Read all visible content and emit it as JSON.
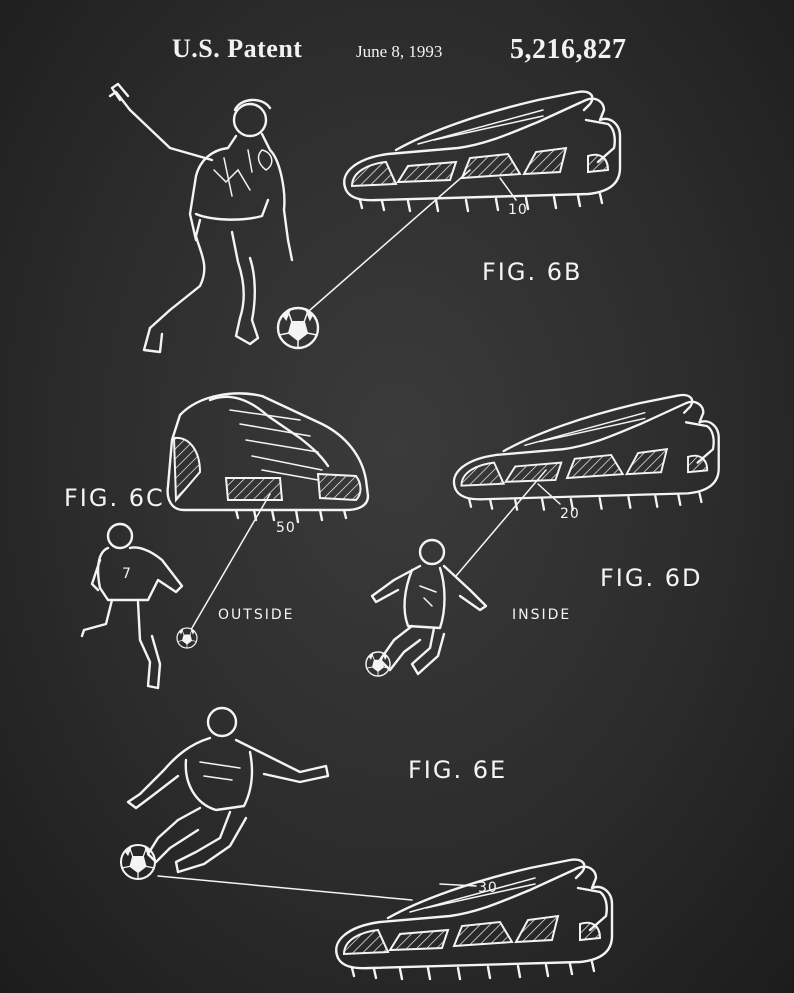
{
  "header": {
    "title": "U.S. Patent",
    "date": "June 8, 1993",
    "number": "5,216,827"
  },
  "figures": {
    "fig_6b": {
      "label": "FIG. 6B",
      "ref": "10"
    },
    "fig_6c": {
      "label": "FIG. 6C",
      "ref": "50",
      "caption": "OUTSIDE",
      "jersey_number": "7"
    },
    "fig_6d": {
      "label": "FIG. 6D",
      "ref": "20",
      "caption": "INSIDE"
    },
    "fig_6e": {
      "label": "FIG. 6E",
      "ref": "30"
    }
  },
  "colors": {
    "background": "#2c2c2c",
    "ink": "#f4f4f4"
  }
}
